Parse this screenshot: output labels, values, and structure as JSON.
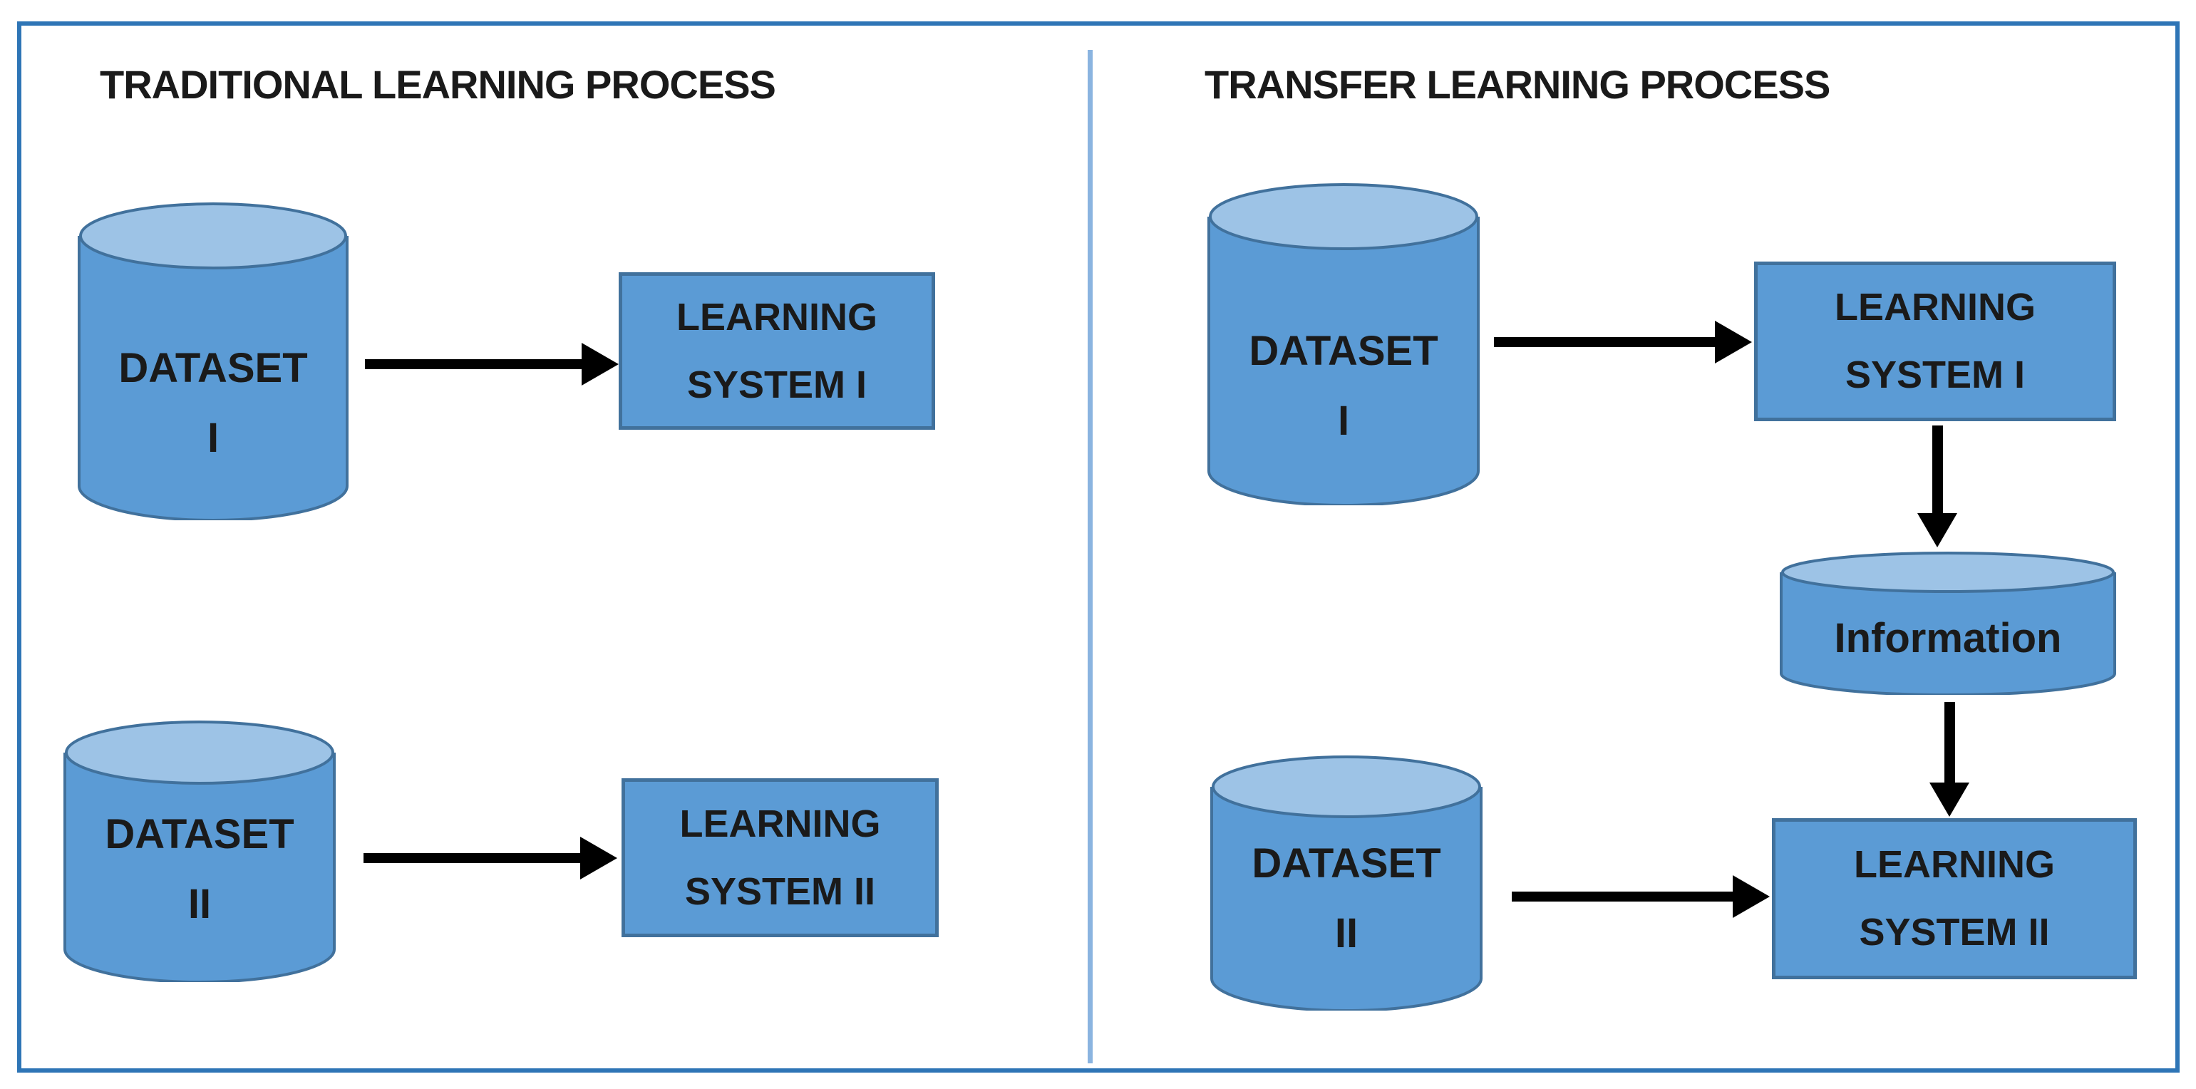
{
  "colors": {
    "shape_fill": "#5B9BD5",
    "shape_top_fill": "#9DC3E6",
    "shape_stroke": "#41719C",
    "frame_border": "#2E75B6",
    "divider": "#8AB4E0",
    "arrow": "#000000",
    "text": "#1A1A1A"
  },
  "left_panel": {
    "title": "TRADITIONAL LEARNING PROCESS",
    "dataset1": {
      "line1": "DATASET",
      "line2": "I"
    },
    "system1": {
      "line1": "LEARNING",
      "line2": "SYSTEM I"
    },
    "dataset2": {
      "line1": "DATASET",
      "line2": "II"
    },
    "system2": {
      "line1": "LEARNING",
      "line2": "SYSTEM II"
    }
  },
  "right_panel": {
    "title": "TRANSFER LEARNING PROCESS",
    "dataset1": {
      "line1": "DATASET",
      "line2": "I"
    },
    "system1": {
      "line1": "LEARNING",
      "line2": "SYSTEM I"
    },
    "information": "Information",
    "dataset2": {
      "line1": "DATASET",
      "line2": "II"
    },
    "system2": {
      "line1": "LEARNING",
      "line2": "SYSTEM II"
    }
  }
}
